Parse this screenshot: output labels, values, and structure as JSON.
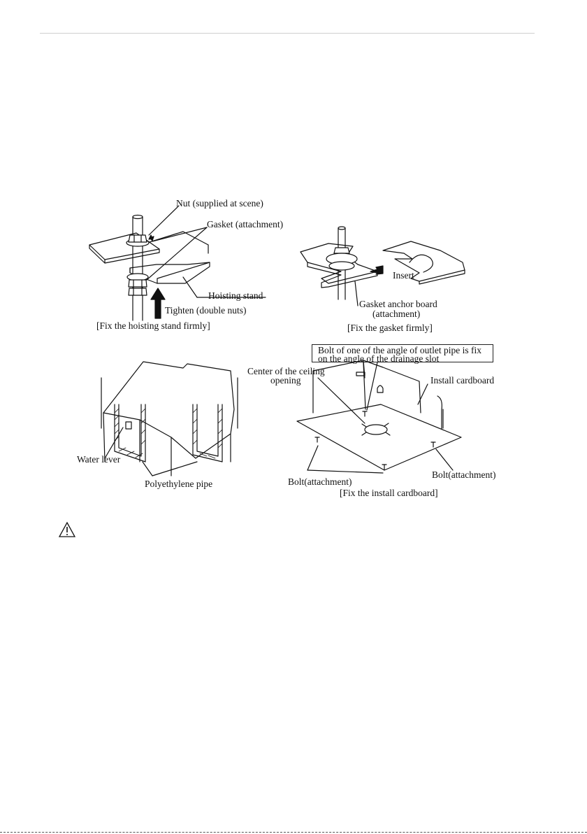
{
  "panel1": {
    "nut": "Nut (supplied at scene)",
    "gasket": "Gasket (attachment)",
    "stand": "Hoisting stand",
    "tighten": "Tighten (double nuts)",
    "caption": "[Fix the hoisting stand firmly]"
  },
  "panel2": {
    "insert": "Insert",
    "anchor_line1": "Gasket anchor board",
    "anchor_line2": "(attachment)",
    "caption": "[Fix the gasket firmly]"
  },
  "panel3": {
    "water": "Water lever",
    "pipe": "Polyethylene pipe"
  },
  "panel4": {
    "box_line1": "Bolt of one of the angle of outlet pipe is fix",
    "box_line2": "on the angle of the drainage slot",
    "center_line1": "Center of the ceiling",
    "center_line2": "opening",
    "install": "Install cardboard",
    "bolt_left": "Bolt(attachment)",
    "bolt_right": "Bolt(attachment)",
    "caption": "[Fix the install cardboard]"
  },
  "icons": {
    "warning": "warning-triangle-icon"
  }
}
